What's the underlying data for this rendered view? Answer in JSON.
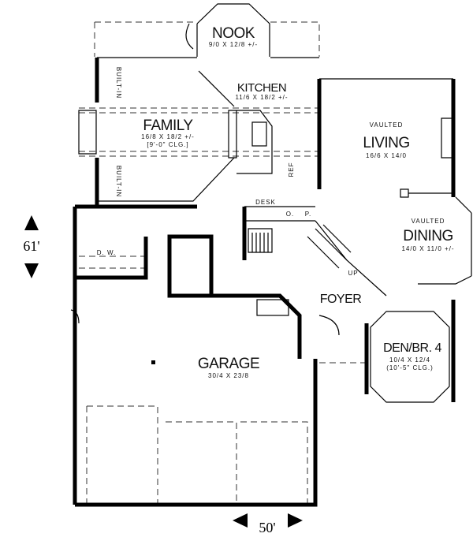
{
  "rooms": {
    "nook": {
      "name": "NOOK",
      "dims": "9/0 X 12/8 +/-"
    },
    "kitchen": {
      "name": "KITCHEN",
      "dims": "11/6 X 18/2 +/-"
    },
    "family": {
      "name": "FAMILY",
      "dims": "16/8 X 18/2 +/-",
      "ceiling": "[9'-0\" CLG.]"
    },
    "living": {
      "note": "VAULTED",
      "name": "LIVING",
      "dims": "16/6 X 14/0"
    },
    "dining": {
      "note": "VAULTED",
      "name": "DINING",
      "dims": "14/0 X 11/0 +/-"
    },
    "foyer": {
      "name": "FOYER"
    },
    "garage": {
      "name": "GARAGE",
      "dims": "30/4 X 23/8"
    },
    "den": {
      "name": "DEN/BR. 4",
      "dims": "10/4 X 12/4",
      "ceiling": "(10'-5\" CLG.)"
    }
  },
  "labels": {
    "built_in_top": "BUILT-IN",
    "built_in_bottom": "BUILT-IN",
    "desk": "DESK",
    "o": "O.",
    "p": "P.",
    "ref": "REF",
    "up": "UP",
    "dw": "D.   W."
  },
  "measurements": {
    "depth": "61'",
    "width": "50'"
  }
}
